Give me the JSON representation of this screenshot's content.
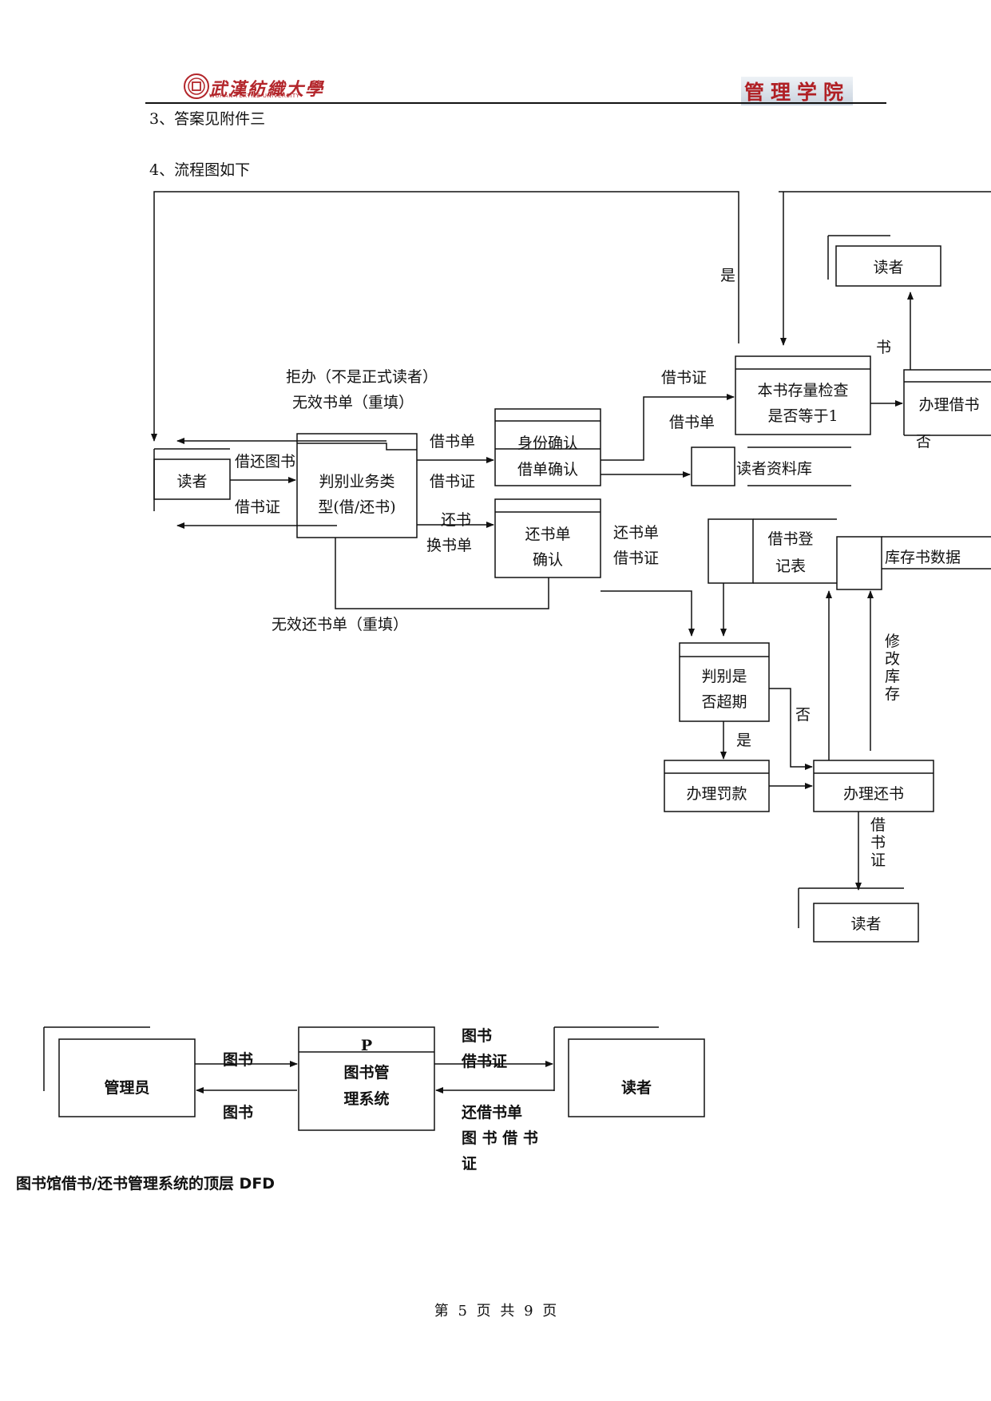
{
  "header": {
    "university_cn": "武漢紡織大學",
    "university_en": "WUHAN TEXTILE UNIVERSITY",
    "college": "管理学院"
  },
  "body": {
    "item3": "3、答案见附件三",
    "item4": "4、流程图如下"
  },
  "flowchart": {
    "reader_src": "读者",
    "judge_type": [
      "判别业务类",
      "型(借/还书)"
    ],
    "id_confirm": "身份确认",
    "loan_confirm": "借单确认",
    "return_confirm": [
      "还书单",
      "确认"
    ],
    "stock_check": [
      "本书存量检查",
      "是否等于1"
    ],
    "handle_borrow": "办理借书",
    "reader_top": "读者",
    "reader_db": "读者资料库",
    "borrow_register": [
      "借书登",
      "记表"
    ],
    "stock_data": "库存书数据",
    "judge_overdue": [
      "判别是",
      "否超期"
    ],
    "handle_fine": "办理罚款",
    "handle_return": "办理还书",
    "reader_bottom": "读者",
    "flow_labels": {
      "reject": "拒办（不是正式读者）",
      "invalid_loan": "无效书单（重填）",
      "borrow_return_book": "借还图书",
      "card_in": "借书证",
      "loan_slip_1": "借书单",
      "card_1": "借书证",
      "return_book": "还书",
      "exchange_slip": "换书单",
      "card_2": "借书证",
      "loan_slip_2": "借书单",
      "yes_top": "是",
      "book": "书",
      "no_top": "否",
      "return_slip": "还书单",
      "card_3": "借书证",
      "invalid_return": "无效还书单（重填）",
      "no_overdue": "否",
      "yes_overdue": "是",
      "modify_stock": "修改库存",
      "card_out": "借书证"
    }
  },
  "dfd": {
    "admin": "管理员",
    "process_id": "P",
    "system": [
      "图书管",
      "理系统"
    ],
    "reader": "读者",
    "book_in": "图书",
    "book_out": "图书",
    "right_top": [
      "图书",
      "借书证"
    ],
    "right_bottom": [
      "还借书单",
      "图 书 借 书",
      "证"
    ]
  },
  "caption": "图书馆借书/还书管理系统的顶层 DFD",
  "footer": "第 5 页 共 9 页"
}
